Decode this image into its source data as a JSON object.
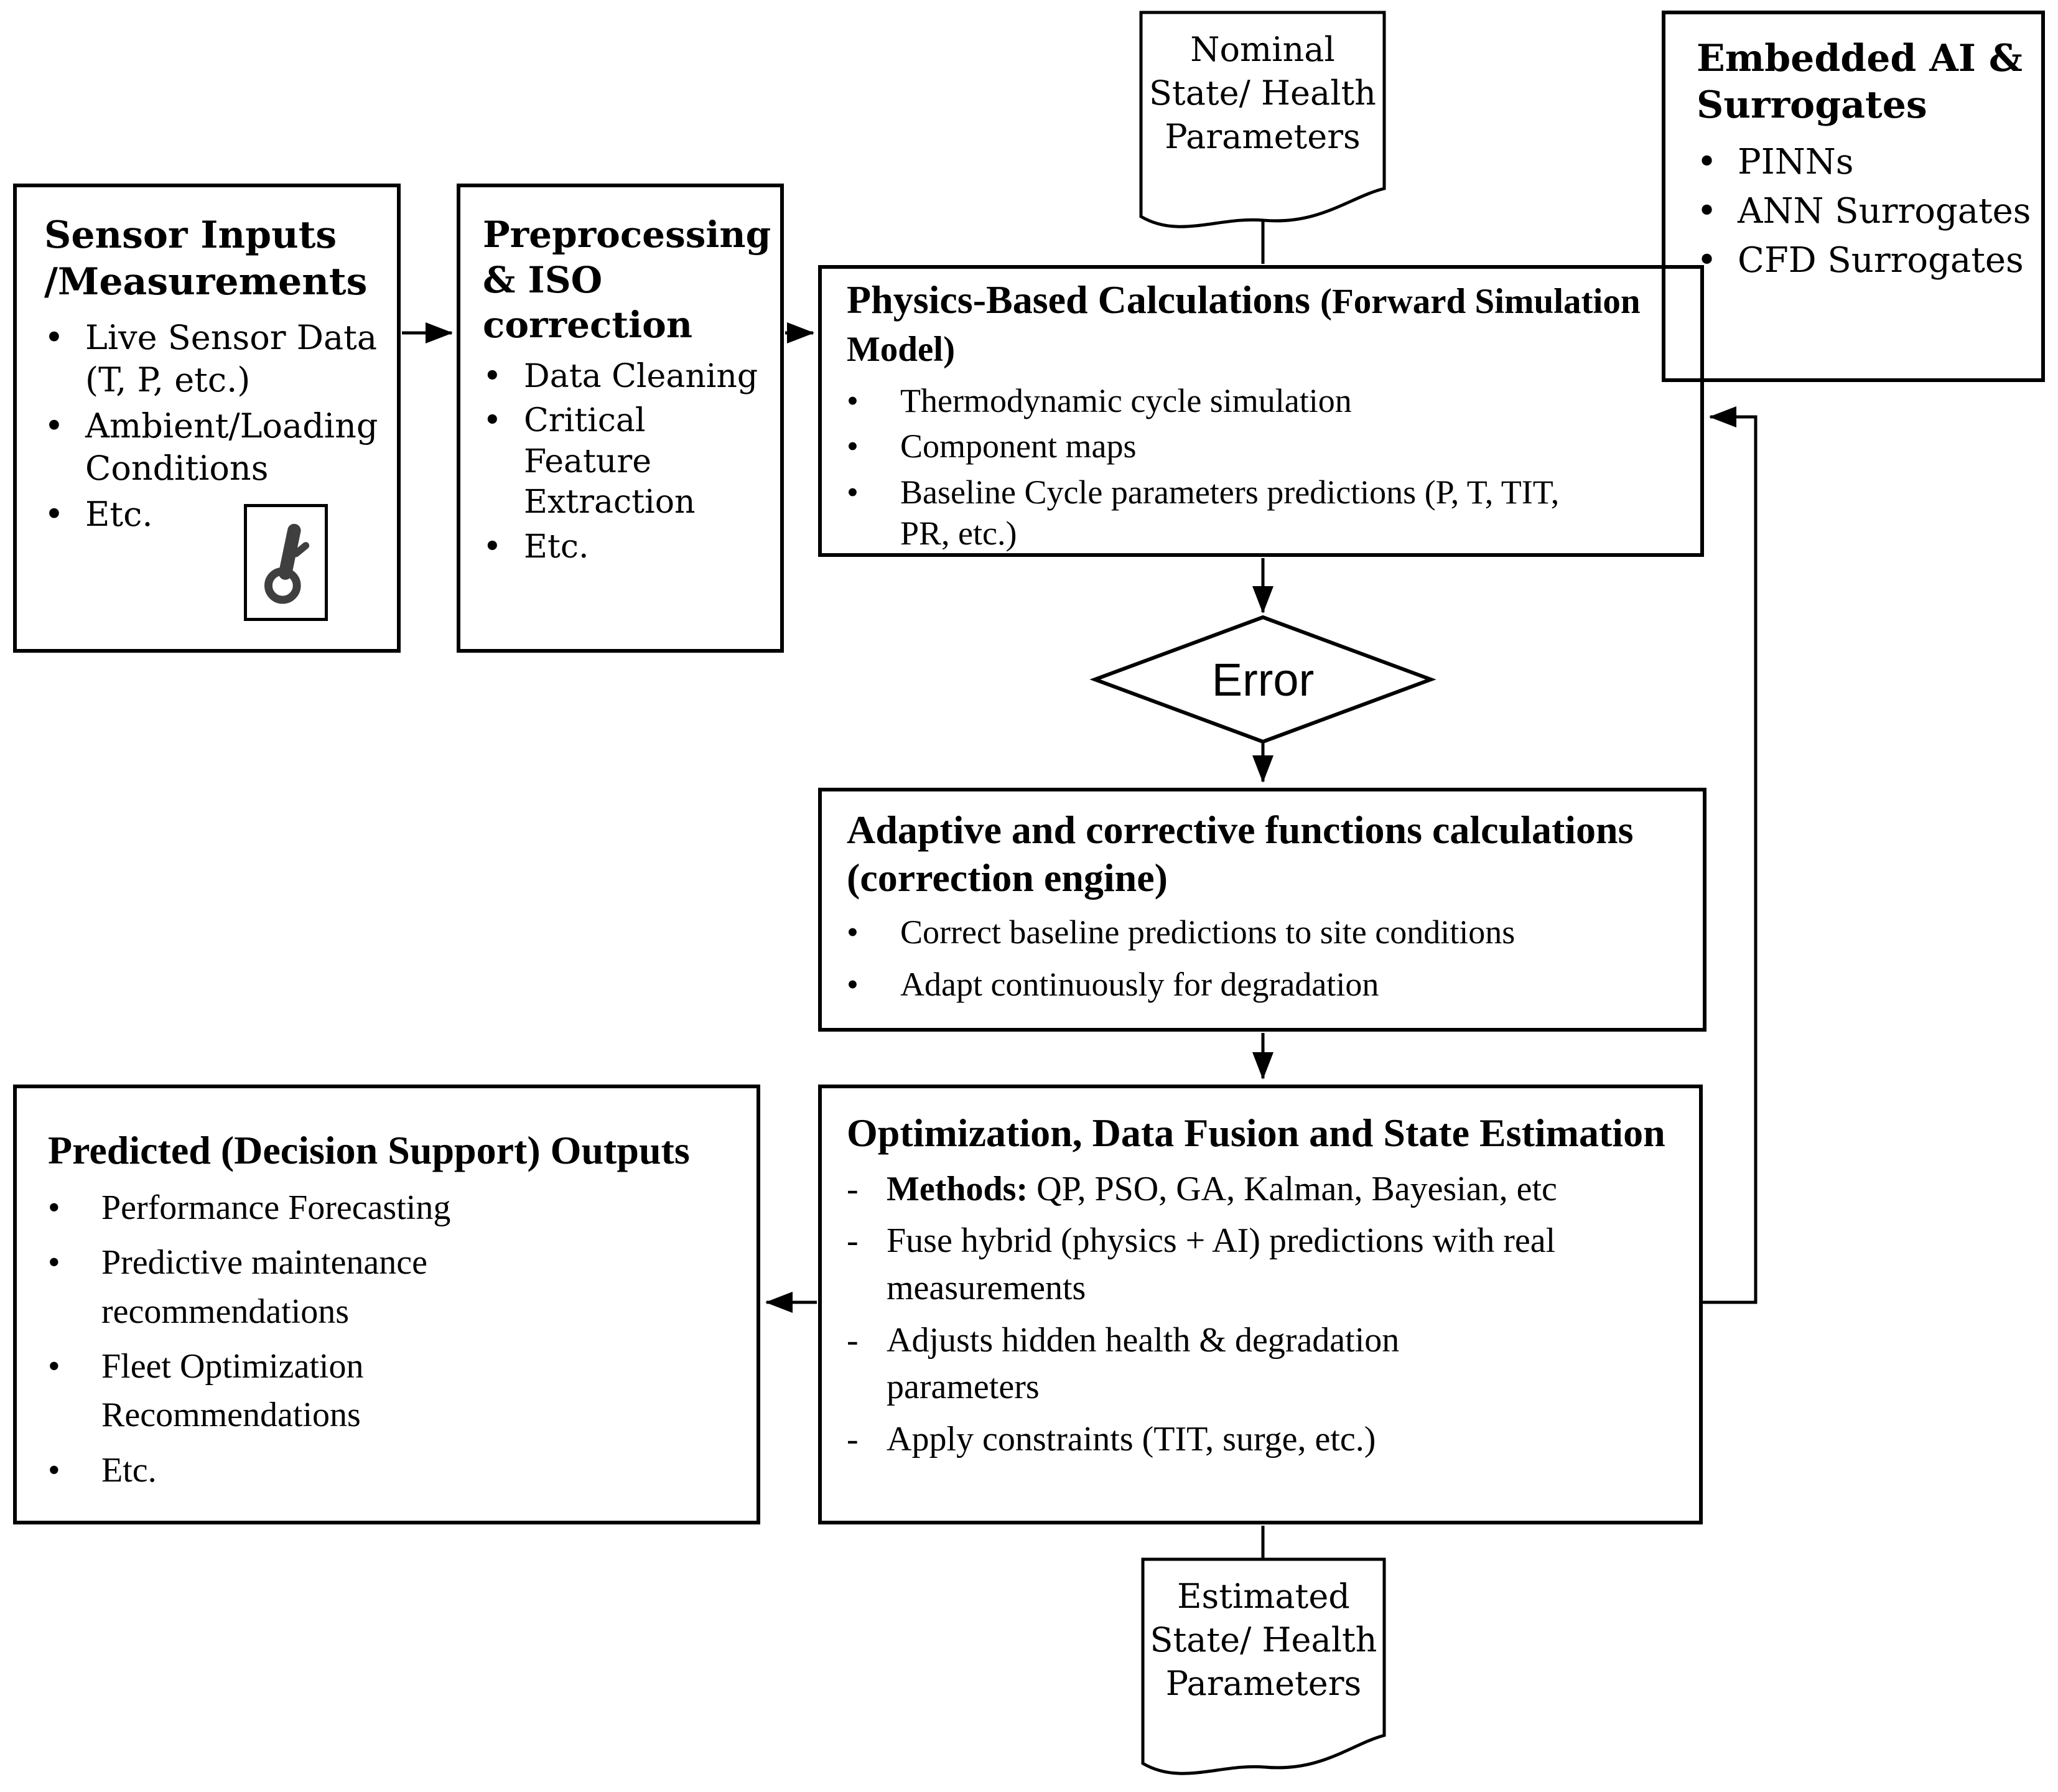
{
  "chars": {
    "bullet": "•",
    "dash": "-"
  },
  "colors": {
    "line": "#000000",
    "background": "#ffffff",
    "icon_stroke": "#3f3f3f"
  },
  "sensor_box": {
    "title": "Sensor Inputs /Measurements",
    "bullets": [
      "Live Sensor Data (T, P, etc.)",
      "Ambient/Loading Conditions",
      "Etc."
    ],
    "icon": "thermometer"
  },
  "preprocessing_box": {
    "title": "Preprocessing & ISO correction",
    "bullets": [
      "Data Cleaning",
      "Critical Feature Extraction",
      "Etc."
    ]
  },
  "nominal_doc": {
    "label": "Nominal State/ Health Parameters"
  },
  "embedded_ai_box": {
    "title": "Embedded AI & Surrogates",
    "bullets": [
      "PINNs",
      "ANN Surrogates",
      "CFD Surrogates"
    ]
  },
  "physics_box": {
    "title_main": "Physics-Based Calculations",
    "title_paren": "(Forward Simulation Model)",
    "bullets": [
      "Thermodynamic cycle simulation",
      "Component maps",
      "Baseline Cycle parameters predictions (P, T, TIT, PR, etc.)"
    ]
  },
  "error_diamond": {
    "label": "Error"
  },
  "adaptive_box": {
    "title": "Adaptive and corrective functions calculations (correction engine)",
    "bullets": [
      "Correct baseline predictions to site conditions",
      "Adapt continuously for degradation"
    ]
  },
  "optimization_box": {
    "title": "Optimization, Data Fusion and State Estimation",
    "items": [
      {
        "prefix": "Methods: ",
        "text": "QP, PSO, GA, Kalman, Bayesian, etc"
      },
      {
        "prefix": "",
        "text": "Fuse hybrid (physics + AI) predictions with real measurements"
      },
      {
        "prefix": "",
        "text": "Adjusts hidden health & degradation parameters"
      },
      {
        "prefix": "",
        "text": "Apply constraints (TIT, surge, etc.)"
      }
    ]
  },
  "predicted_box": {
    "title": "Predicted (Decision Support) Outputs",
    "bullets": [
      "Performance Forecasting",
      "Predictive maintenance recommendations",
      "Fleet Optimization Recommendations",
      "Etc."
    ]
  },
  "estimated_doc": {
    "label": "Estimated State/ Health Parameters"
  }
}
